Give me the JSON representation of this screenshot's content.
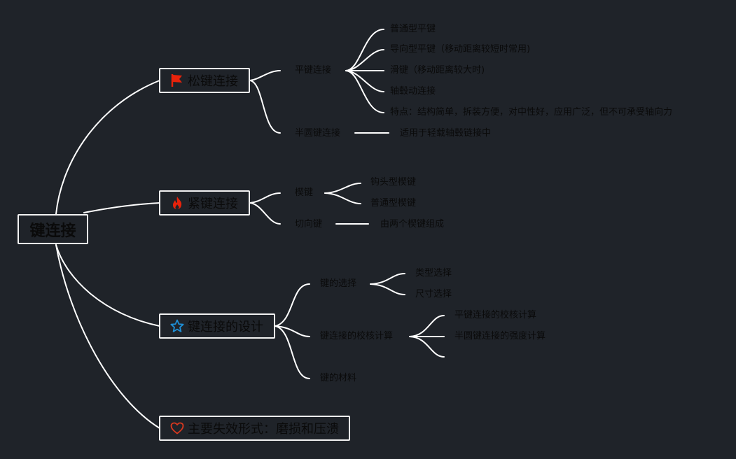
{
  "root": {
    "label": "键连接"
  },
  "branches": [
    {
      "label": "松键连接",
      "icon": "red-flag-icon",
      "children": [
        {
          "label": "平键连接",
          "children": [
            "普通型平键",
            "导向型平键（移动距离较短时常用)",
            "滑键（移动距离较大时)",
            "轴毂动连接",
            "特点：结构简单，拆装方便，对中性好，应用广泛，但不可承受轴向力"
          ]
        },
        {
          "label": "半圆键连接",
          "children": [
            "适用于轻载轴毂链接中"
          ]
        }
      ]
    },
    {
      "label": "紧键连接",
      "icon": "fire-icon",
      "children": [
        {
          "label": "楔键",
          "children": [
            "钩头型楔键",
            "普通型楔键"
          ]
        },
        {
          "label": "切向键",
          "children": [
            "由两个楔键组成"
          ]
        }
      ]
    },
    {
      "label": "键连接的设计",
      "icon": "star-outline-icon",
      "children": [
        {
          "label": "键的选择",
          "children": [
            "类型选择",
            "尺寸选择"
          ]
        },
        {
          "label": "键连接的校核计算",
          "children": [
            "平键连接的校核计算",
            "半圆键连接的强度计算",
            ""
          ]
        },
        {
          "label": "键的材料",
          "children": []
        }
      ]
    },
    {
      "label": "主要失效形式：磨损和压溃",
      "icon": "heart-outline-icon",
      "children": []
    }
  ],
  "colors": {
    "background": "#1f2329",
    "line": "#ffffff",
    "text": "#0a0a0a",
    "flag": "#e8230b",
    "fire": "#e8230b",
    "star": "#1e8fd6",
    "heart": "#d8381f"
  }
}
